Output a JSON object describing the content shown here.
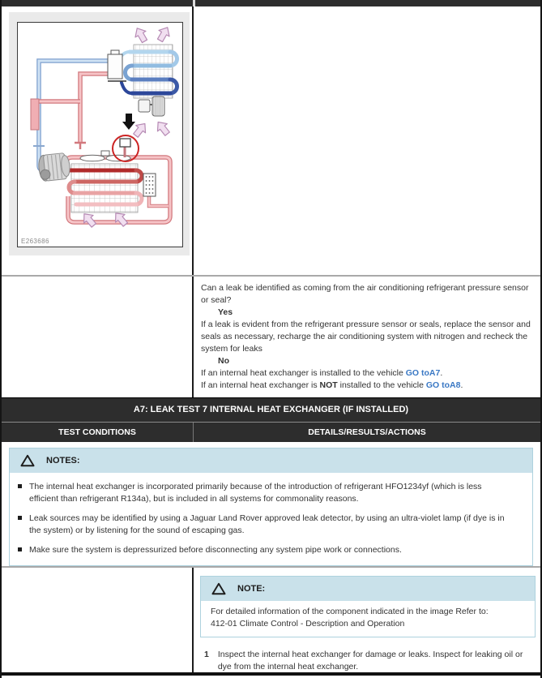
{
  "colors": {
    "header_bg": "#2d2d2d",
    "note_head_bg": "#c9e1ea",
    "note_border": "#aed2de",
    "link_blue": "#3a78c4",
    "highlight_red": "#cc2424"
  },
  "icons": {
    "notes_triangle": "△",
    "bullet": "■"
  },
  "figure": {
    "label": "E263686"
  },
  "question_block": {
    "question": "Can a leak be identified as coming from the air conditioning refrigerant pressure sensor or seal?",
    "yes_label": "Yes",
    "yes_text": "If a leak is evident from the refrigerant pressure sensor or seals, replace the sensor and seals as necessary, recharge the air conditioning system with nitrogen and recheck the system for leaks",
    "no_label": "No",
    "line_a7": {
      "pre": "If an internal heat exchanger is installed to the vehicle ",
      "link": "GO toA7",
      "post": "."
    },
    "line_a8": {
      "pre": "If an internal heat exchanger is ",
      "bold": "NOT",
      "mid": " installed to the vehicle ",
      "link": "GO toA8",
      "post": "."
    }
  },
  "section": {
    "title": "A7: LEAK TEST 7 INTERNAL HEAT EXCHANGER (IF INSTALLED)",
    "columns": [
      "TEST CONDITIONS",
      "DETAILS/RESULTS/ACTIONS"
    ]
  },
  "notes": {
    "title": "NOTES:",
    "items": [
      "The internal heat exchanger is incorporated primarily because of the introduction of refrigerant HFO1234yf (which is less efficient than refrigerant R134a), but is included in all systems for commonality reasons.",
      "Leak sources may be identified by using a Jaguar Land Rover approved leak detector, by using an ultra-violet lamp (if dye is in the system) or by listening for the sound of escaping gas.",
      "Make sure the system is depressurized before disconnecting any system pipe work or connections."
    ]
  },
  "note": {
    "title": "NOTE:",
    "lines": [
      "For detailed information of the component indicated in the image Refer to:",
      "412-01 Climate Control - Description and Operation"
    ]
  },
  "steps": [
    {
      "num": "1",
      "text": "Inspect the internal heat exchanger for damage or leaks. Inspect for leaking oil or dye from the internal heat exchanger."
    }
  ]
}
